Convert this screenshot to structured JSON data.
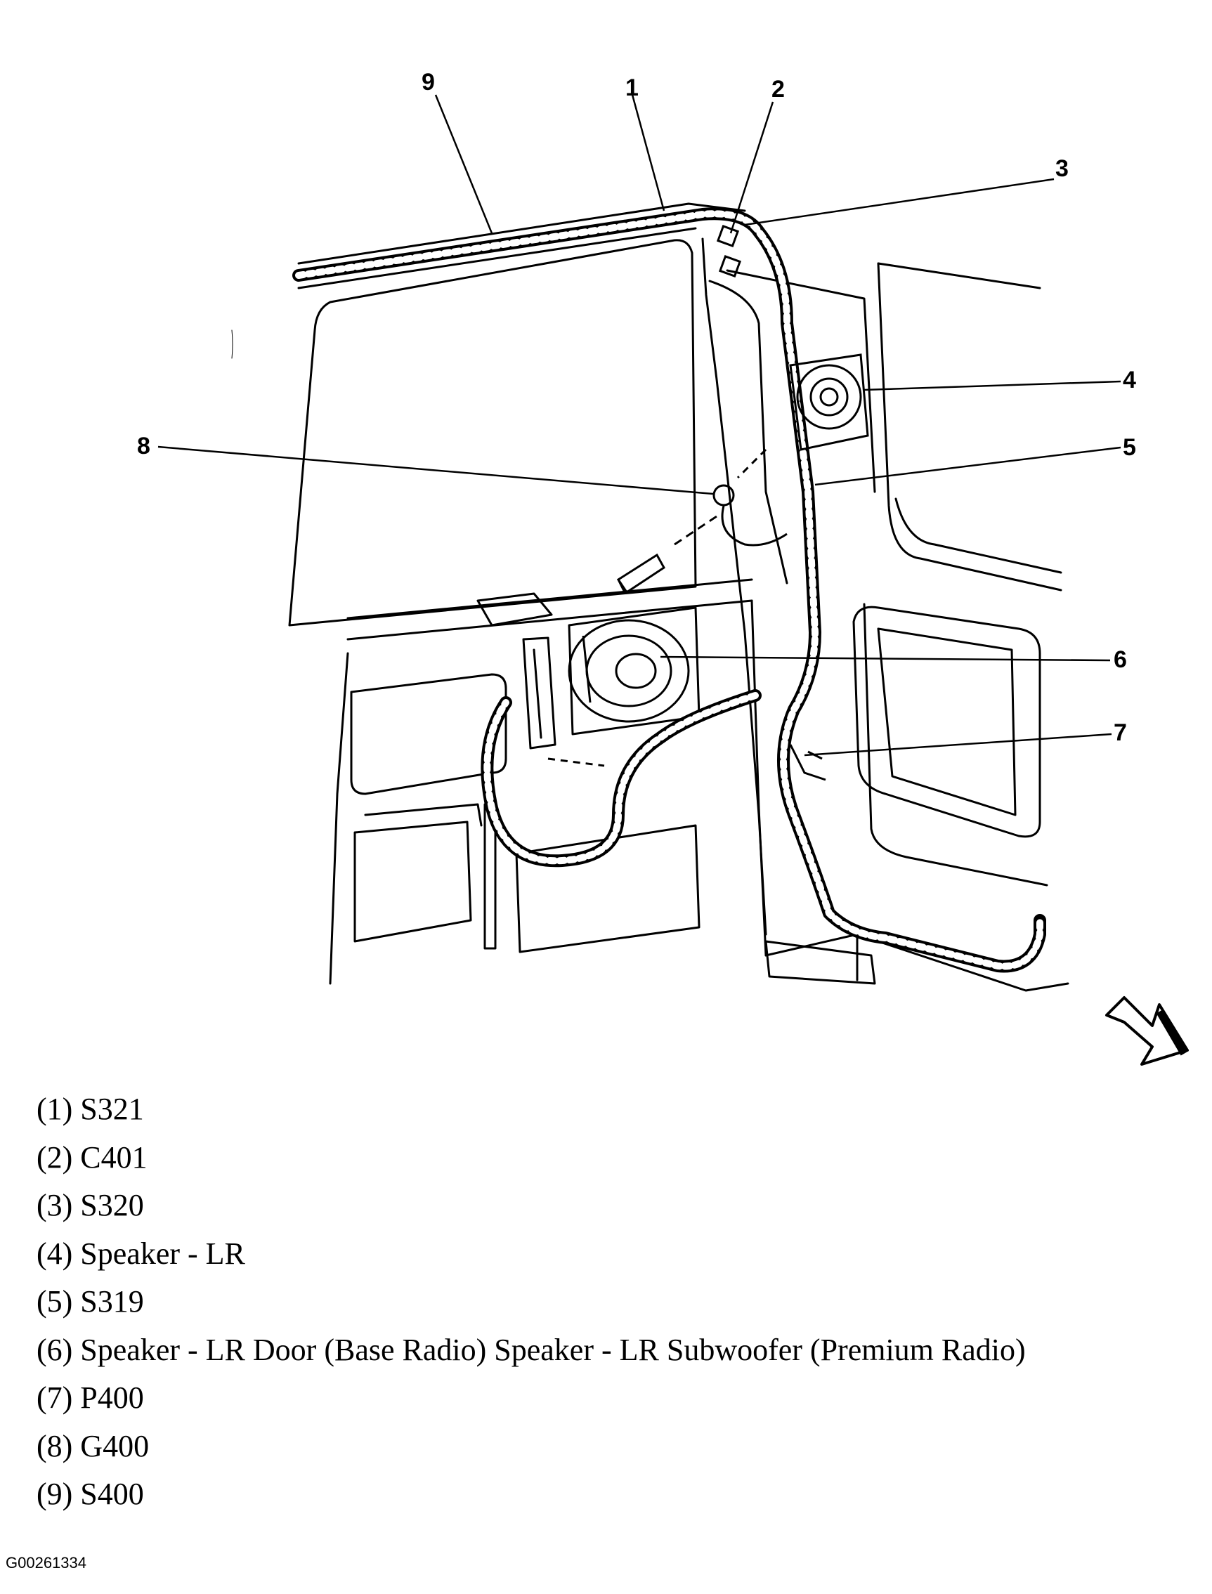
{
  "callouts": {
    "c1": "1",
    "c2": "2",
    "c3": "3",
    "c4": "4",
    "c5": "5",
    "c6": "6",
    "c7": "7",
    "c8": "8",
    "c9": "9"
  },
  "legend": [
    "(1) S321",
    "(2) C401",
    "(3) S320",
    "(4) Speaker - LR",
    "(5) S319",
    "(6) Speaker - LR Door (Base Radio) Speaker - LR Subwoofer (Premium Radio)",
    "(7) P400",
    "(8) G400",
    "(9) S400"
  ],
  "figure_id": "G00261334",
  "icons": {
    "direction_arrow": "arrow-icon"
  }
}
